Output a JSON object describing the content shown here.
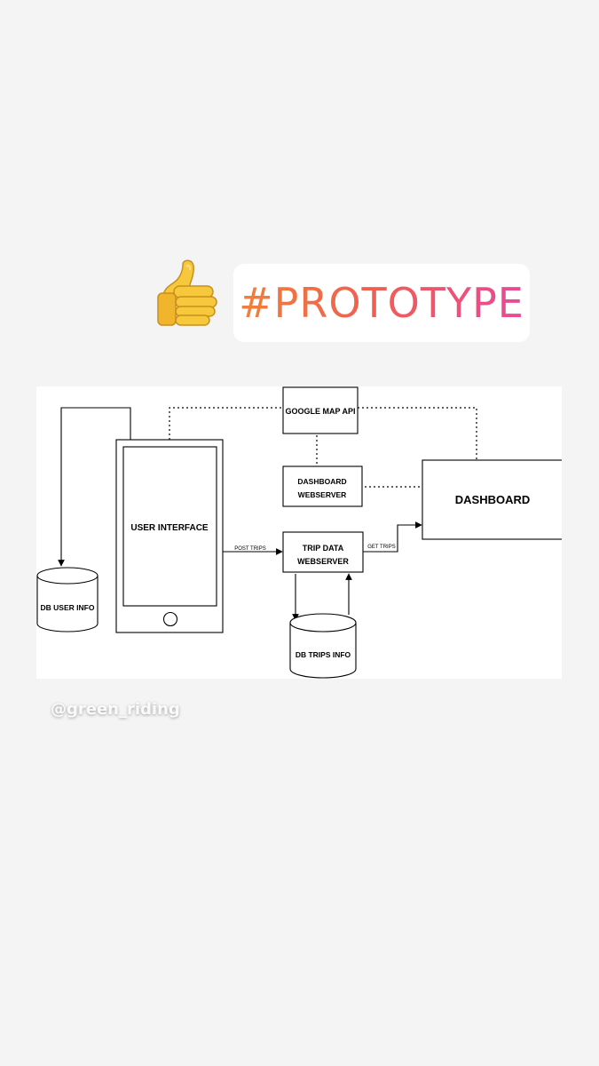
{
  "sticker": {
    "emoji": "👍",
    "hashtag": "#PROTOTYPE",
    "gradient_colors": [
      "#f0823a",
      "#f0604f",
      "#e9479a"
    ]
  },
  "diagram": {
    "nodes": {
      "google_map_api": "GOOGLE MAP API",
      "dashboard_webserver_line1": "DASHBOARD",
      "dashboard_webserver_line2": "WEBSERVER",
      "dashboard": "DASHBOARD",
      "user_interface": "USER INTERFACE",
      "trip_data_webserver_line1": "TRIP DATA",
      "trip_data_webserver_line2": "WEBSERVER",
      "db_user_info": "DB USER INFO",
      "db_trips_info": "DB TRIPS INFO"
    },
    "edges": {
      "post_trips": "POST TRIPS",
      "get_trips": "GET TRIPS"
    }
  },
  "handle": "@green_riding"
}
